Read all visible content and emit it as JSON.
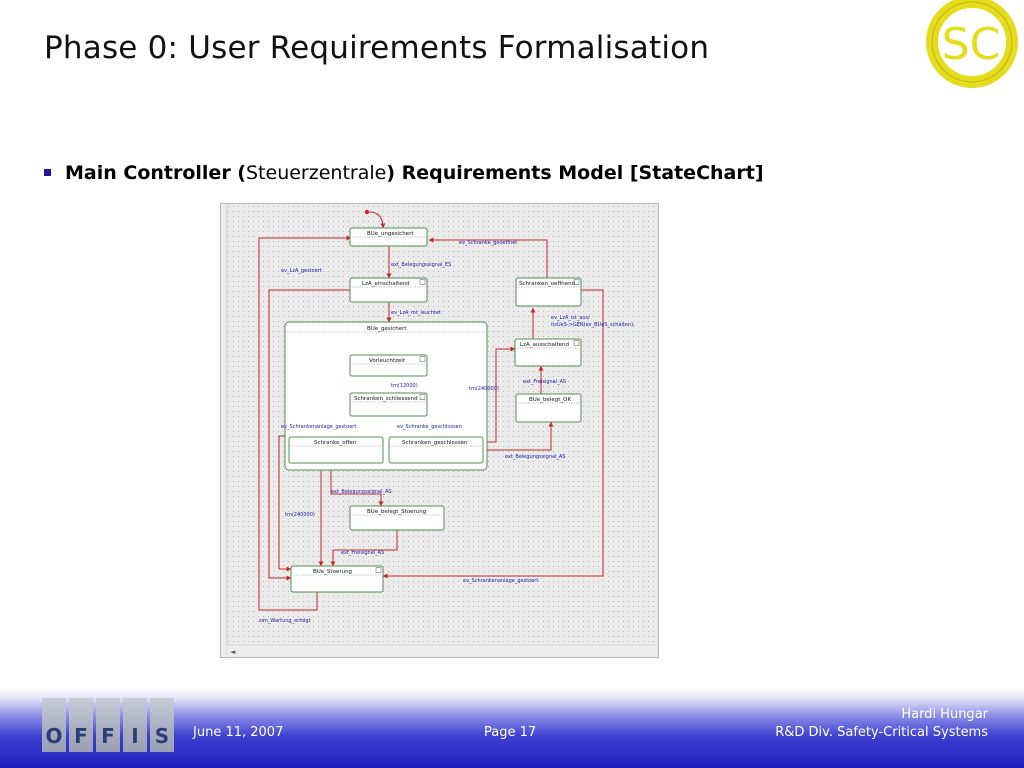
{
  "slide": {
    "title": "Phase 0: User Requirements Formalisation",
    "bullet": {
      "part1": "Main Controller (",
      "part2": "Steuerzentrale",
      "part3": ") Requirements Model [StateChart]"
    }
  },
  "logo": {
    "text": "SC",
    "color": "#e8e020"
  },
  "diagram": {
    "states": {
      "bue_ungesichert": "BUe_ungesichert",
      "lza_einschaltend": "LzA_einschaltend",
      "bue_gesichert": "BUe_gesichert",
      "vorleuchtzeit": "Vorleuchtzeit",
      "schranken_schliessend": "Schranken_schliessend",
      "schranke_offen": "Schranke_offen",
      "schranken_geschlossen": "Schranken_geschlossen",
      "schranken_oeffnend": "Schranken_oeffnend",
      "lza_ausschaltend": "LzA_ausschaltend",
      "bue_belegt_ok": "BUe_belegt_OK",
      "bue_belegt_stoerung": "BUe_belegt_Stoerung",
      "bue_stoerung": "BUe_Stoerung"
    },
    "transitions": {
      "ev_schranke_geoeffnet": "ev_Schranke_geoeffnet",
      "ev_lza_gestoert": "ev_LzA_gestoert",
      "ext_belegungssignal_es": "ext_Belegungssignal_ES",
      "ev_lza_rot_leuchtet": "ev_LzA_rot_leuchtet",
      "ev_lza_ist_aus": "ev_LzA_ist_aus/",
      "its_ue_gen": "itsUeS->GEN(ev_BUeS_schalten);",
      "tm_12000": "tm(12000)",
      "tm_240000_a": "tm(240000)",
      "ext_freisignal_as_1": "ext_Freisignal_AS",
      "ev_schrankenanlage_gestoert_1": "ev_Schrankenanlage_gestoert",
      "ev_schranke_geschlossen": "ev_Schranke_geschlossen",
      "ext_belegungssignal_as_1": "ext_Belegungssignal_AS",
      "ext_belegungssignal_as_2": "ext_Belegungssignal_AS",
      "tm_240000_b": "tm(240000)",
      "ext_freisignal_as_2": "ext_Freisignal_AS",
      "ev_schrankenanlage_gestoert_2": "ev_Schrankenanlage_gestoert",
      "sim_wartung_erfolgt": "sim_Wartung_erfolgt"
    },
    "scroll_arrow": "◄"
  },
  "footer": {
    "logo_letters": [
      "O",
      "F",
      "F",
      "I",
      "S"
    ],
    "date": "June 11, 2007",
    "page": "Page 17",
    "author": "Hardi Hungar",
    "division": "R&D Div. Safety-Critical Systems"
  }
}
